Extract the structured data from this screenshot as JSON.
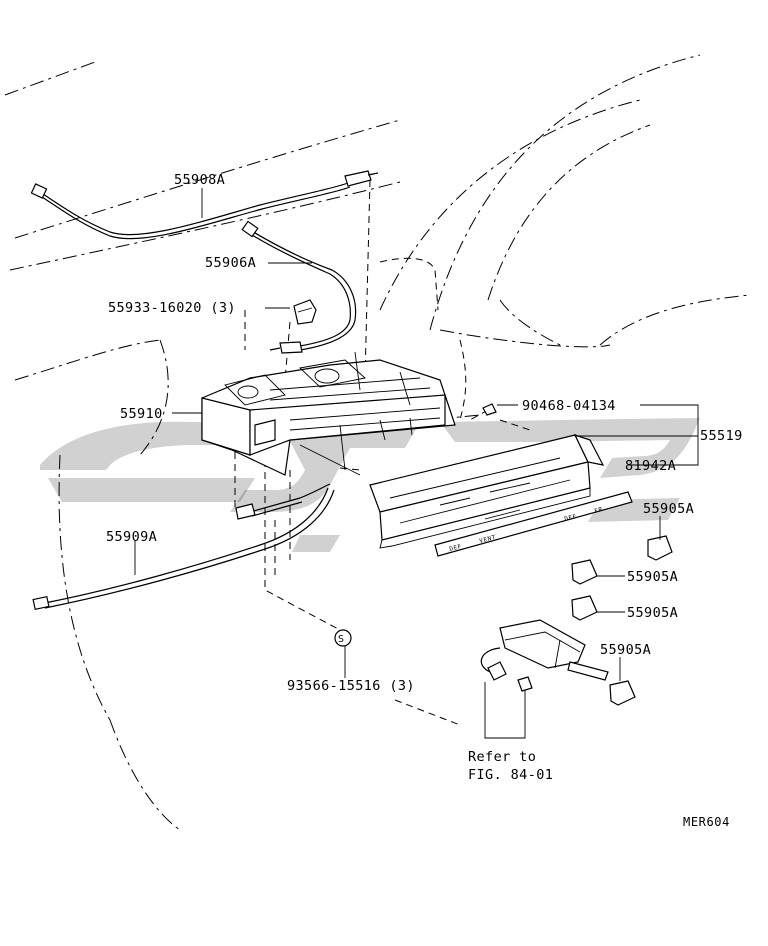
{
  "diagram_code": "MER604",
  "callouts": [
    {
      "id": "c1",
      "text": "55908A"
    },
    {
      "id": "c2",
      "text": "55906A"
    },
    {
      "id": "c3",
      "text": "55933-16020 (3)"
    },
    {
      "id": "c4",
      "text": "55910"
    },
    {
      "id": "c5",
      "text": "90468-04134"
    },
    {
      "id": "c6",
      "text": "55519"
    },
    {
      "id": "c7",
      "text": "81942A"
    },
    {
      "id": "c8",
      "text": "55905A"
    },
    {
      "id": "c9",
      "text": "55905A"
    },
    {
      "id": "c10",
      "text": "55905A"
    },
    {
      "id": "c11",
      "text": "55905A"
    },
    {
      "id": "c12",
      "text": "55909A"
    },
    {
      "id": "c13",
      "text": "93566-15516 (3)"
    }
  ],
  "screw_symbol": "S",
  "reference": {
    "line1": "Refer to",
    "line2": "FIG. 84-01"
  },
  "panel_markings": [
    "DEF",
    "VENT",
    "DEF",
    "FR"
  ],
  "watermark": {
    "description": "large diagonal grey logo watermark"
  }
}
